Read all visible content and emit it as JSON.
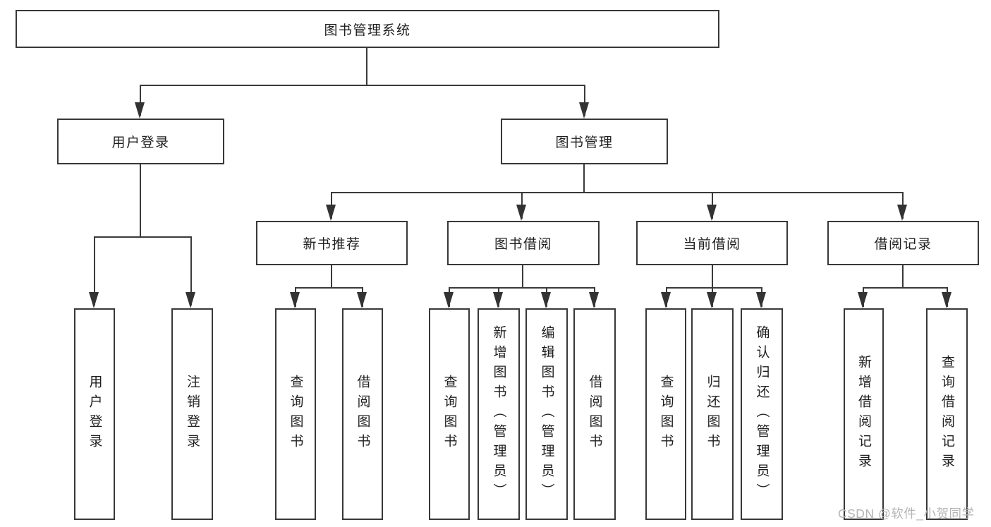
{
  "diagram": {
    "root_label": "图书管理系统",
    "user_login": {
      "label": "用户登录",
      "leaves": [
        "用户登录",
        "注销登录"
      ]
    },
    "book_management": {
      "label": "图书管理",
      "sections": [
        {
          "label": "新书推荐",
          "leaves": [
            "查询图书",
            "借阅图书"
          ]
        },
        {
          "label": "图书借阅",
          "leaves": [
            "查询图书",
            "新增图书（管理员）",
            "编辑图书（管理员）",
            "借阅图书"
          ]
        },
        {
          "label": "当前借阅",
          "leaves": [
            "查询图书",
            "归还图书",
            "确认归还（管理员）"
          ]
        },
        {
          "label": "借阅记录",
          "leaves": [
            "新增借阅记录",
            "查询借阅记录"
          ]
        }
      ]
    },
    "colors": {
      "line": "#3a3a3a",
      "text": "#1f1f1f",
      "watermark": "#b4b4b4",
      "background": "#ffffff"
    },
    "watermark": "CSDN @软件_小贺同学"
  }
}
